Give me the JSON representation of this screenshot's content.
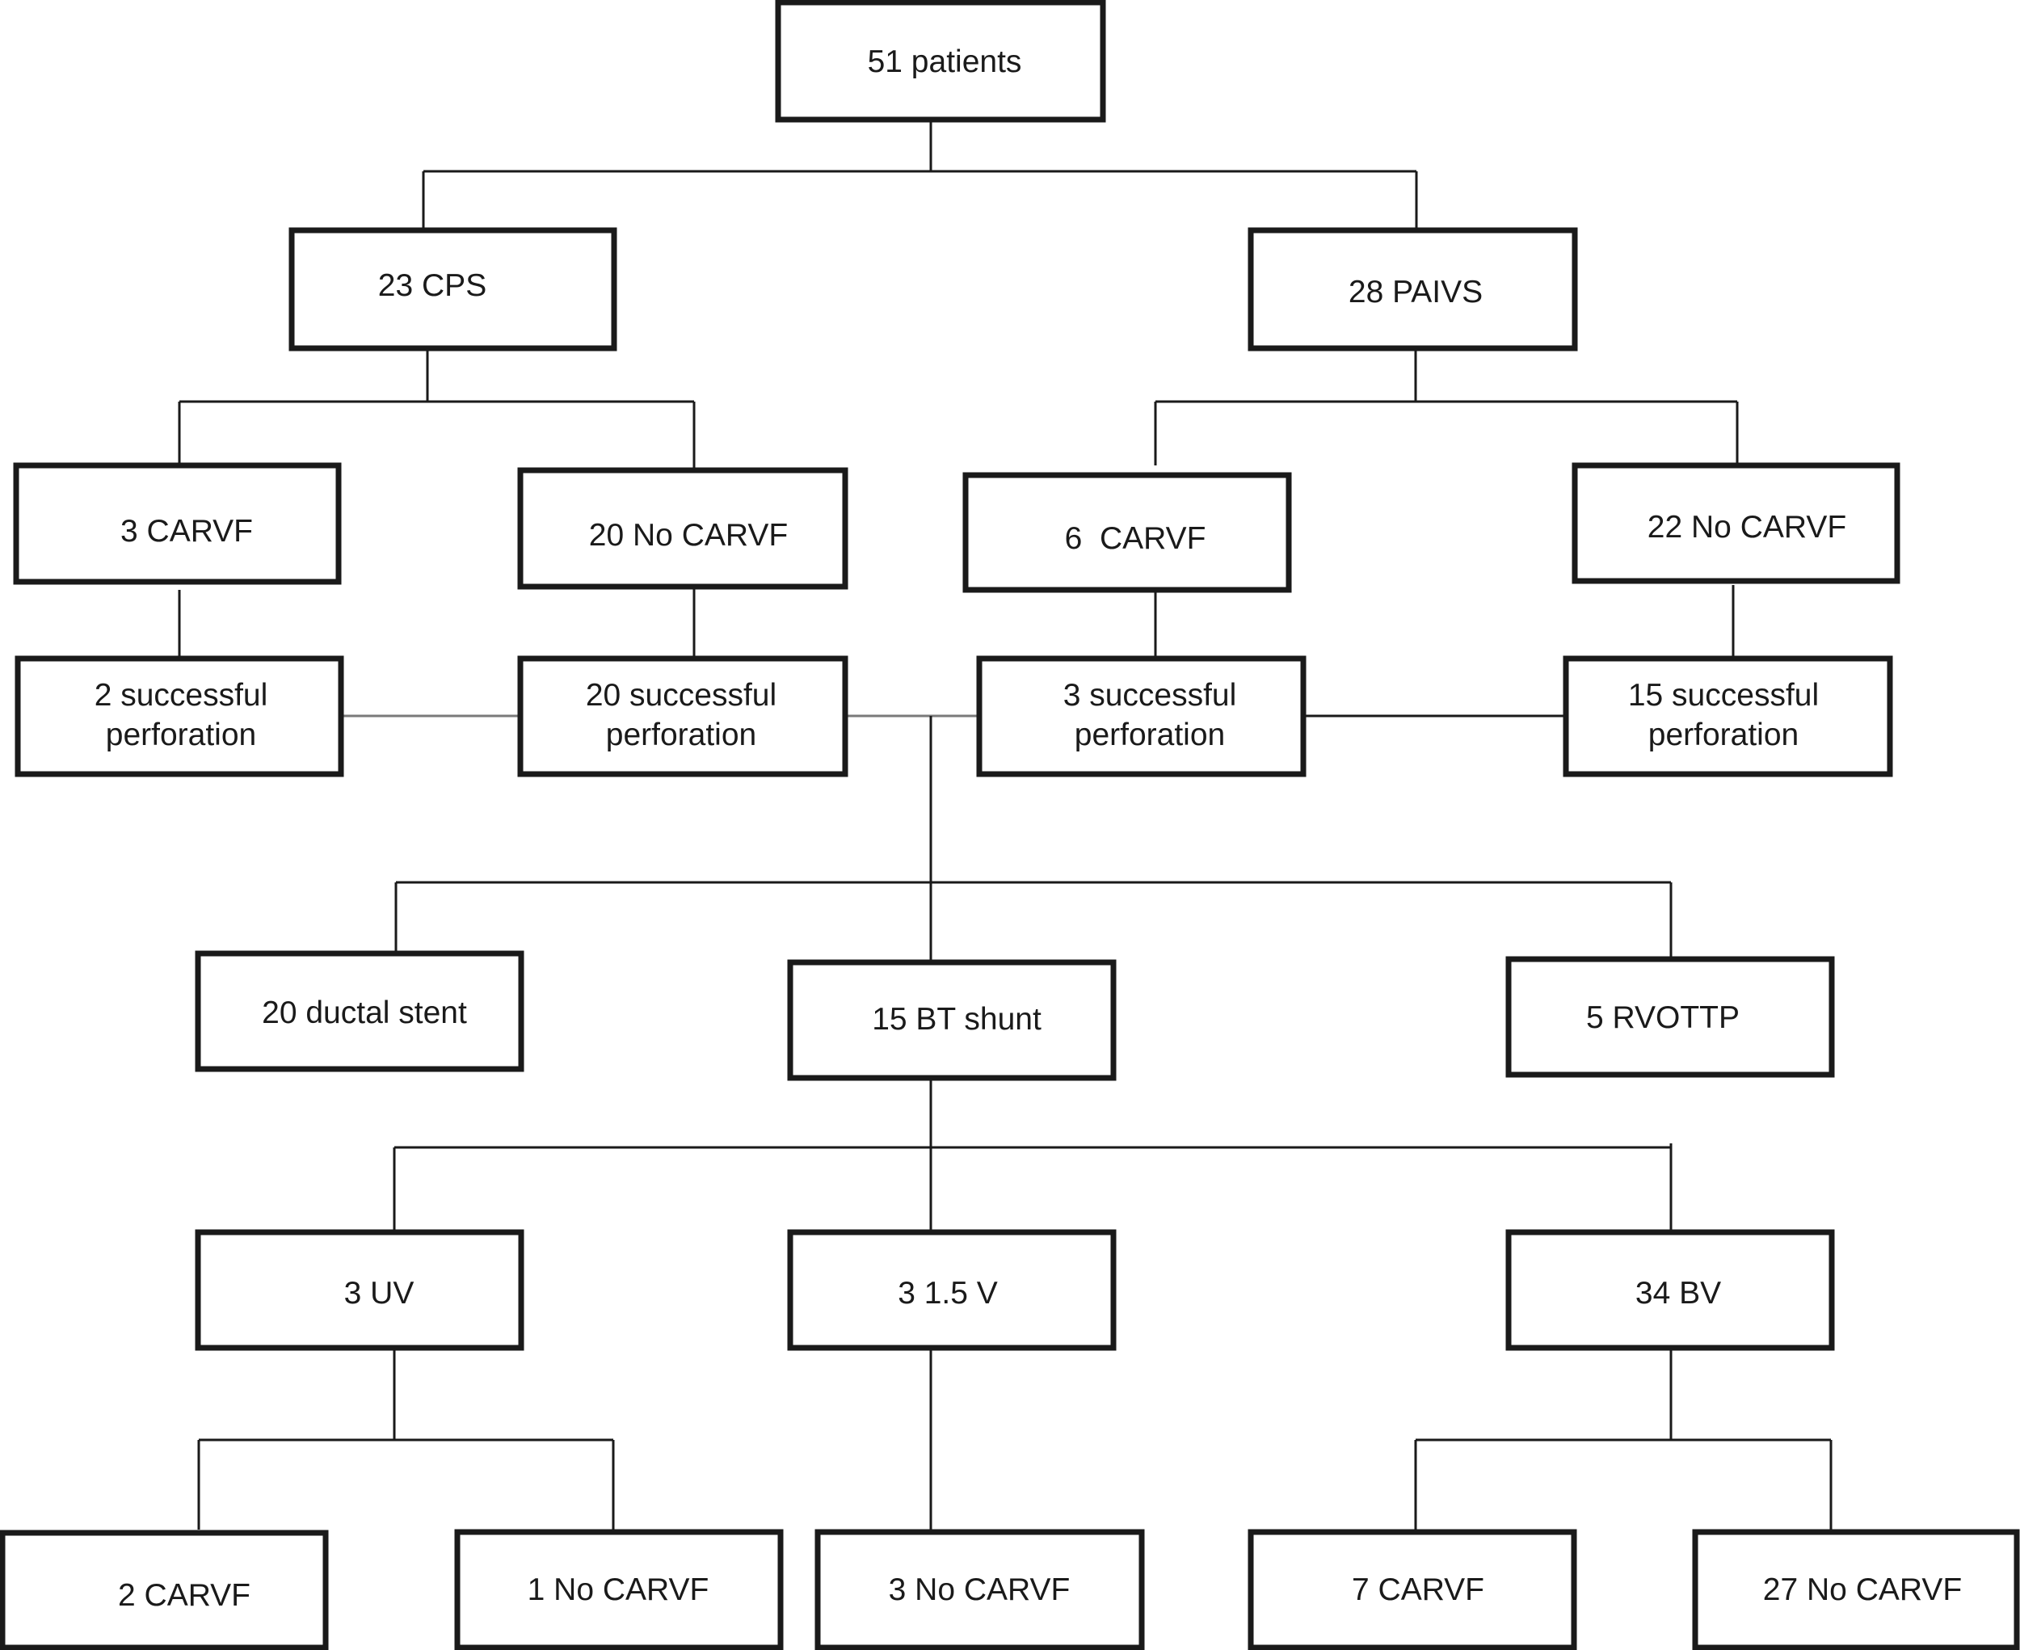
{
  "flowchart": {
    "root": {
      "label": "51 patients"
    },
    "diagnoses": [
      {
        "label": "23 CPS"
      },
      {
        "label": "28 PAIVS"
      }
    ],
    "carvf_split": [
      {
        "label": "3 CARVF"
      },
      {
        "label": "20 No CARVF"
      },
      {
        "label": "6  CARVF"
      },
      {
        "label": "22 No CARVF"
      }
    ],
    "perforation": [
      {
        "line1": "2 successful",
        "line2": "perforation"
      },
      {
        "line1": "20 successful",
        "line2": "perforation"
      },
      {
        "line1": "3 successful",
        "line2": "perforation"
      },
      {
        "line1": "15 successful",
        "line2": "perforation"
      }
    ],
    "interventions": [
      {
        "label": "20 ductal stent"
      },
      {
        "label": "15 BT shunt"
      },
      {
        "label": "5 RVOTTP"
      }
    ],
    "outcomes": [
      {
        "label": "3 UV"
      },
      {
        "label": "3 1.5 V"
      },
      {
        "label": "34 BV"
      }
    ],
    "final": [
      {
        "label": "2 CARVF"
      },
      {
        "label": "1 No CARVF"
      },
      {
        "label": "3 No CARVF"
      },
      {
        "label": "7 CARVF"
      },
      {
        "label": "27 No CARVF"
      }
    ]
  },
  "colors": {
    "line": "#1a1a1a",
    "link_gray": "#7a7a7a",
    "background": "#ffffff"
  }
}
